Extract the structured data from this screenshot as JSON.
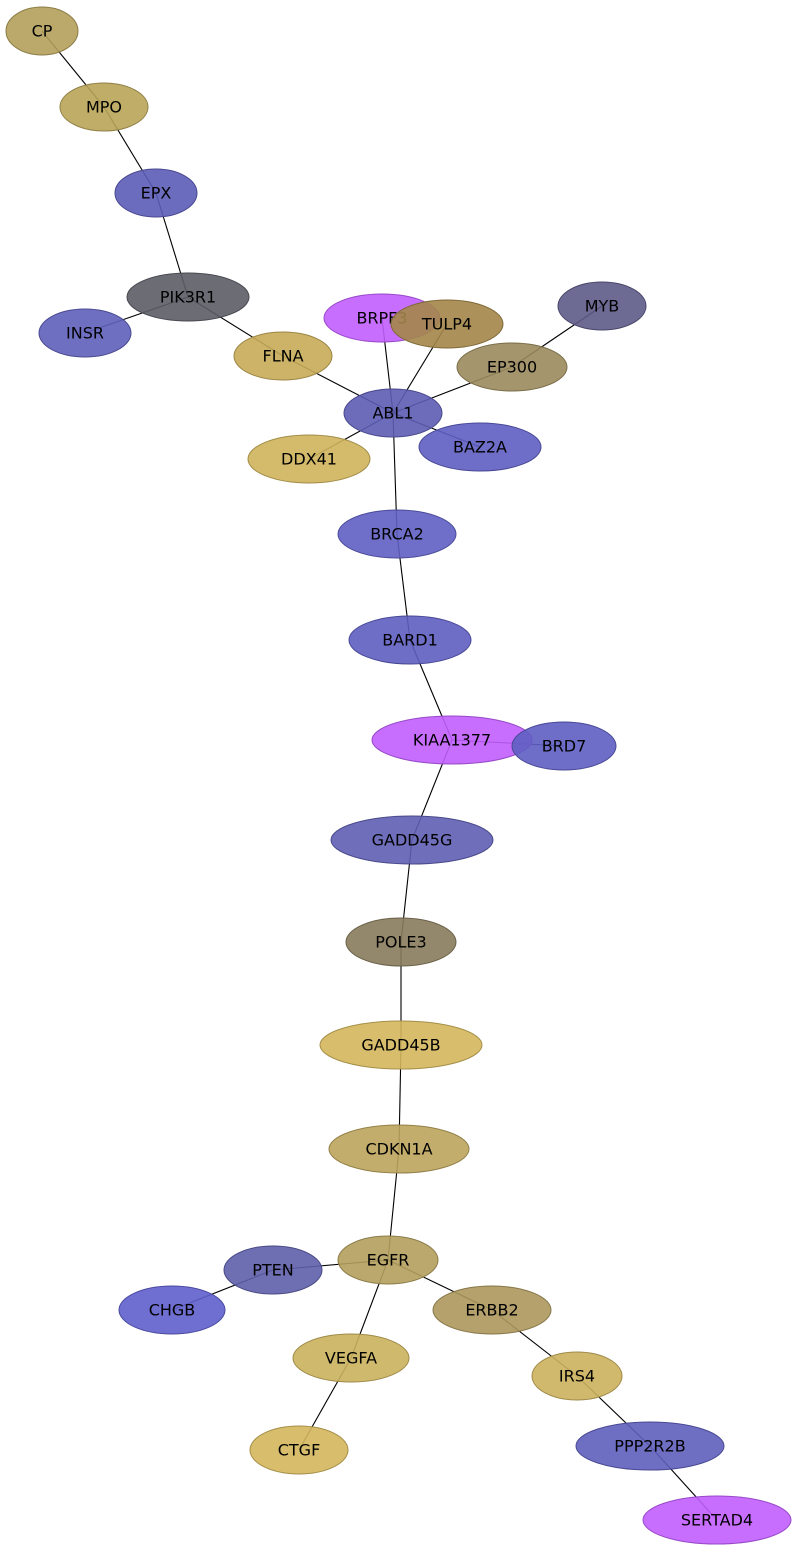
{
  "network": {
    "nodes": [
      {
        "id": "CP",
        "label": "CP",
        "color": "#b3a05a"
      },
      {
        "id": "MPO",
        "label": "MPO",
        "color": "#b8a458"
      },
      {
        "id": "EPX",
        "label": "EPX",
        "color": "#5c5cb8"
      },
      {
        "id": "PIK3R1",
        "label": "PIK3R1",
        "color": "#5c5c66"
      },
      {
        "id": "INSR",
        "label": "INSR",
        "color": "#5f5fbb"
      },
      {
        "id": "FLNA",
        "label": "FLNA",
        "color": "#c6ab58"
      },
      {
        "id": "BRPF3",
        "label": "BRPF3",
        "color": "#c15eff"
      },
      {
        "id": "TULP4",
        "label": "TULP4",
        "color": "#a38648"
      },
      {
        "id": "MYB",
        "label": "MYB",
        "color": "#5d5a87"
      },
      {
        "id": "EP300",
        "label": "EP300",
        "color": "#9b8a5c"
      },
      {
        "id": "ABL1",
        "label": "ABL1",
        "color": "#5d5cb4"
      },
      {
        "id": "DDX41",
        "label": "DDX41",
        "color": "#cfb35b"
      },
      {
        "id": "BAZ2A",
        "label": "BAZ2A",
        "color": "#5e5ec2"
      },
      {
        "id": "BRCA2",
        "label": "BRCA2",
        "color": "#5f5fc4"
      },
      {
        "id": "BARD1",
        "label": "BARD1",
        "color": "#5e5ec1"
      },
      {
        "id": "KIAA1377",
        "label": "KIAA1377",
        "color": "#c15eff"
      },
      {
        "id": "BRD7",
        "label": "BRD7",
        "color": "#5e5ec2"
      },
      {
        "id": "GADD45G",
        "label": "GADD45G",
        "color": "#5e5eb2"
      },
      {
        "id": "POLE3",
        "label": "POLE3",
        "color": "#887b5c"
      },
      {
        "id": "GADD45B",
        "label": "GADD45B",
        "color": "#d4b75c"
      },
      {
        "id": "CDKN1A",
        "label": "CDKN1A",
        "color": "#bca45c"
      },
      {
        "id": "EGFR",
        "label": "EGFR",
        "color": "#b29e5c"
      },
      {
        "id": "PTEN",
        "label": "PTEN",
        "color": "#5e5eaa"
      },
      {
        "id": "CHGB",
        "label": "CHGB",
        "color": "#5f5fcd"
      },
      {
        "id": "ERBB2",
        "label": "ERBB2",
        "color": "#ac975c"
      },
      {
        "id": "VEGFA",
        "label": "VEGFA",
        "color": "#cab15c"
      },
      {
        "id": "IRS4",
        "label": "IRS4",
        "color": "#cbb05c"
      },
      {
        "id": "CTGF",
        "label": "CTGF",
        "color": "#d3b65c"
      },
      {
        "id": "PPP2R2B",
        "label": "PPP2R2B",
        "color": "#5e5ebd"
      },
      {
        "id": "SERTAD4",
        "label": "SERTAD4",
        "color": "#c15eff"
      }
    ],
    "edges": [
      [
        "CP",
        "MPO"
      ],
      [
        "MPO",
        "EPX"
      ],
      [
        "EPX",
        "PIK3R1"
      ],
      [
        "PIK3R1",
        "INSR"
      ],
      [
        "PIK3R1",
        "FLNA"
      ],
      [
        "FLNA",
        "ABL1"
      ],
      [
        "BRPF3",
        "ABL1"
      ],
      [
        "TULP4",
        "ABL1"
      ],
      [
        "MYB",
        "EP300"
      ],
      [
        "EP300",
        "ABL1"
      ],
      [
        "ABL1",
        "DDX41"
      ],
      [
        "ABL1",
        "BAZ2A"
      ],
      [
        "ABL1",
        "BRCA2"
      ],
      [
        "BRCA2",
        "BARD1"
      ],
      [
        "BARD1",
        "KIAA1377"
      ],
      [
        "KIAA1377",
        "BRD7"
      ],
      [
        "KIAA1377",
        "GADD45G"
      ],
      [
        "GADD45G",
        "POLE3"
      ],
      [
        "POLE3",
        "GADD45B"
      ],
      [
        "GADD45B",
        "CDKN1A"
      ],
      [
        "CDKN1A",
        "EGFR"
      ],
      [
        "EGFR",
        "PTEN"
      ],
      [
        "PTEN",
        "CHGB"
      ],
      [
        "EGFR",
        "ERBB2"
      ],
      [
        "EGFR",
        "VEGFA"
      ],
      [
        "VEGFA",
        "CTGF"
      ],
      [
        "ERBB2",
        "IRS4"
      ],
      [
        "IRS4",
        "PPP2R2B"
      ],
      [
        "PPP2R2B",
        "SERTAD4"
      ]
    ]
  }
}
